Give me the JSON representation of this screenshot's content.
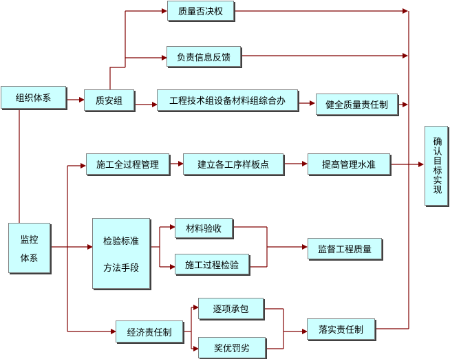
{
  "nodes": {
    "org_system": "组织体系",
    "quality_team": "质安组",
    "eng_group": "工程技术组设备材料组综合办",
    "quality_veto": "质量否决权",
    "info_feedback": "负责信息反馈",
    "quality_resp_system": "健全质量责任制",
    "goal": "确认目标实现",
    "construction_mgmt": "施工全过程管理",
    "sample_points": "建立各工序样板点",
    "raise_level": "提高管理水准",
    "monitor_line1": "监控",
    "monitor_line2": "体系",
    "inspection_line1": "检验标准",
    "inspection_line2": "方法手段",
    "material_accept": "材料验收",
    "process_inspect": "施工过程检验",
    "supervise_quality": "监督工程质量",
    "economic_resp": "经济责任制",
    "contract_items": "逐项承包",
    "reward_penalty": "奖优罚劣",
    "implement_resp": "落实责任制"
  }
}
